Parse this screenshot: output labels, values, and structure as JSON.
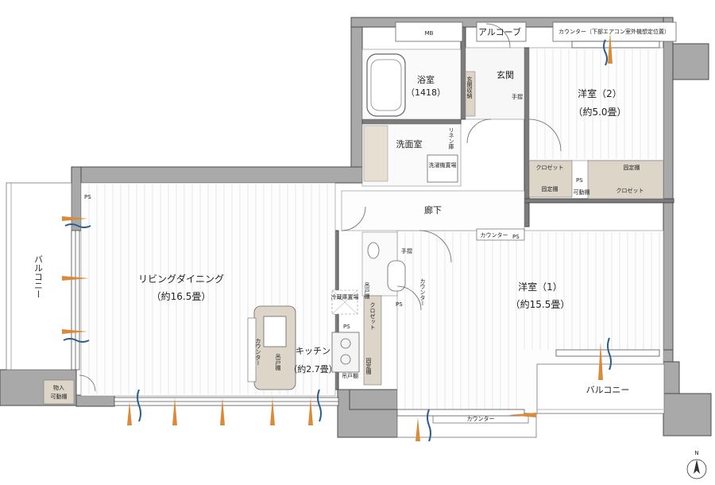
{
  "rooms": {
    "living": {
      "name": "リビングダイニング",
      "size": "（約16.5畳）"
    },
    "western1": {
      "name": "洋室（1）",
      "size": "（約15.5畳）"
    },
    "western2": {
      "name": "洋室（2）",
      "size": "（約5.0畳）"
    },
    "kitchen": {
      "name": "キッチン",
      "size": "（約2.7畳）"
    },
    "bath": {
      "name": "浴室",
      "size": "（1418）"
    },
    "washroom": {
      "name": "洗面室"
    },
    "corridor": {
      "name": "廊下"
    },
    "entrance": {
      "name": "玄関"
    },
    "balcony_west": {
      "name": "バルコニー"
    },
    "balcony_south": {
      "name": "バルコニー"
    },
    "alcove": {
      "name": "アルコーブ"
    }
  },
  "fixtures": {
    "mb": "MB",
    "ps": "PS",
    "counter": "カウンター",
    "counter_ac": "カウンター（下部エアコン室外機想定位置）",
    "closet": "クロゼット",
    "fixed_shelf": "固定棚",
    "movable_shelf_short": "可動棚",
    "storage": "物入",
    "storage_shelf": "可動棚",
    "handrail": "手摺",
    "linen": "リネン庫",
    "shoe_storage": "玄関収納",
    "fridge": "冷蔵庫置場",
    "washer": "洗濯機置場",
    "hanging_shelf": "吊戸棚",
    "kitchen_shelf": "吊戸棚",
    "kitchen_fixed": "固定棚",
    "kitchen_shelf_small": "吊戸棚",
    "kitchen_mini": "吊戸棚"
  },
  "compass": {
    "label": "N"
  },
  "colors": {
    "wall": "#555555",
    "wall_fill": "#aaaaaa",
    "wood": "#dcd5c8",
    "air_orange": "#d98b3a",
    "air_blue": "#2c5d8c"
  }
}
